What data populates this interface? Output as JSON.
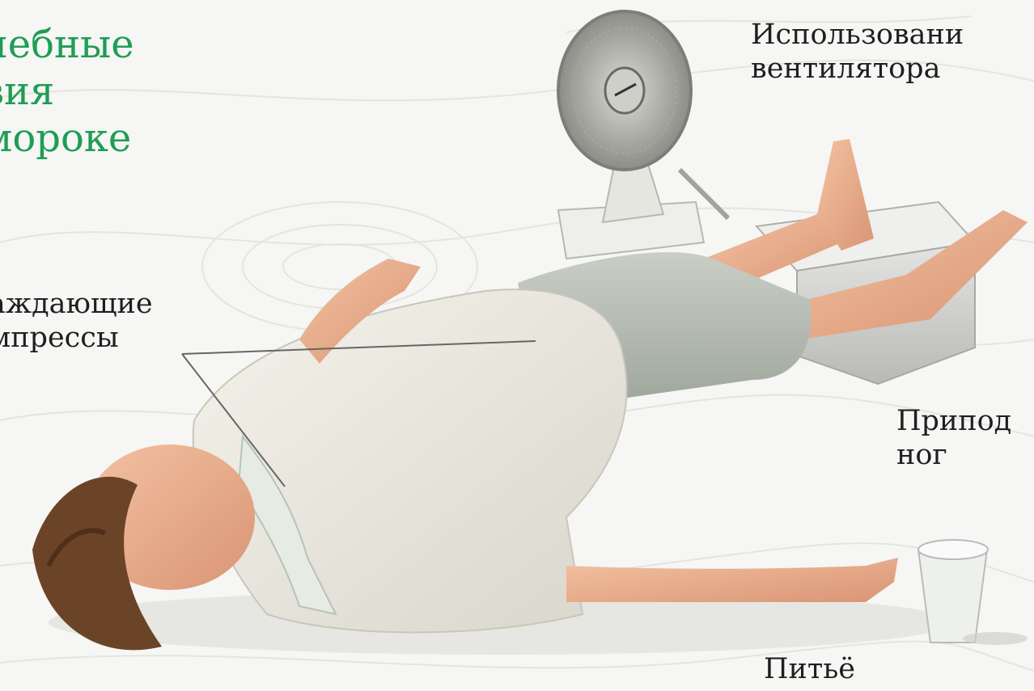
{
  "title": {
    "lines": [
      "чебные",
      "вия",
      "мороке"
    ],
    "color": "#1f9d55"
  },
  "labels": {
    "fan": [
      "Использовани",
      "вентилятора"
    ],
    "compresses": [
      "аждающие",
      "мпрессы"
    ],
    "legs": [
      "Припод",
      "ног"
    ],
    "drink": "Питьё"
  },
  "illustration": {
    "items": [
      "patient-figure",
      "fan",
      "leg-support-block",
      "water-glass",
      "cooling-towel"
    ]
  }
}
